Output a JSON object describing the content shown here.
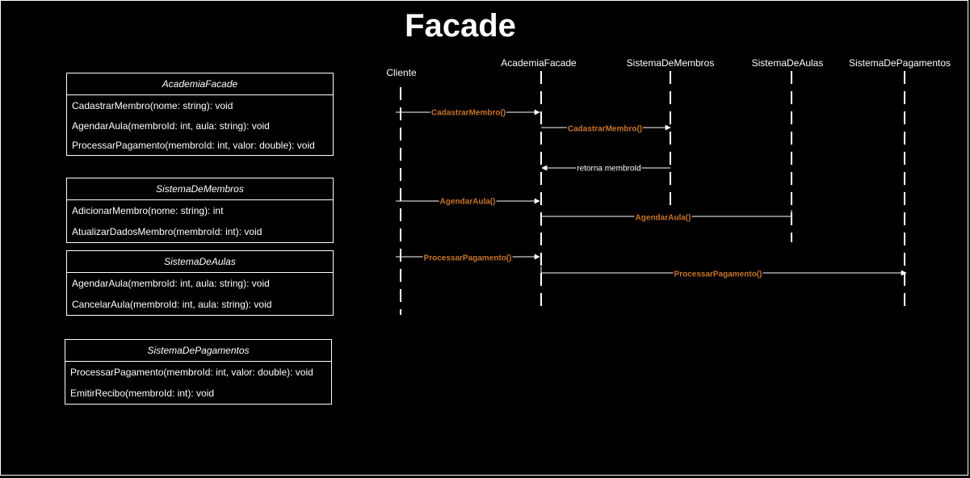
{
  "title": "Facade",
  "classes": [
    {
      "name": "AcademiaFacade",
      "methods": [
        "CadastrarMembro(nome: string): void",
        "AgendarAula(membroId: int, aula: string): void",
        "ProcessarPagamento(membroId: int, valor: double): void"
      ]
    },
    {
      "name": "SistemaDeMembros",
      "methods": [
        "AdicionarMembro(nome: string): int",
        "AtualizarDadosMembro(membroId: int): void"
      ]
    },
    {
      "name": "SistemaDeAulas",
      "methods": [
        "AgendarAula(membroId: int, aula: string): void",
        "CancelarAula(membroId: int, aula: string): void"
      ]
    },
    {
      "name": "SistemaDePagamentos",
      "methods": [
        "ProcessarPagamento(membroId: int, valor: double): void",
        "EmitirRecibo(membroId: int): void"
      ]
    }
  ],
  "participants": [
    "Cliente",
    "AcademiaFacade",
    "SistemaDeMembros",
    "SistemaDeAulas",
    "SistemaDePagamentos"
  ],
  "messages": [
    {
      "label": "CadastrarMembro()",
      "from": "Cliente",
      "to": "AcademiaFacade",
      "kind": "call"
    },
    {
      "label": "CadastrarMembro()",
      "from": "AcademiaFacade",
      "to": "SistemaDeMembros",
      "kind": "call"
    },
    {
      "label": "retorna membroId",
      "from": "SistemaDeMembros",
      "to": "AcademiaFacade",
      "kind": "return"
    },
    {
      "label": "AgendarAula()",
      "from": "Cliente",
      "to": "AcademiaFacade",
      "kind": "call"
    },
    {
      "label": "AgendarAula()",
      "from": "AcademiaFacade",
      "to": "SistemaDeAulas",
      "kind": "call"
    },
    {
      "label": "ProcessarPagamento()",
      "from": "Cliente",
      "to": "AcademiaFacade",
      "kind": "call"
    },
    {
      "label": "ProcessarPagamento()",
      "from": "AcademiaFacade",
      "to": "SistemaDePagamentos",
      "kind": "call"
    }
  ],
  "colors": {
    "background": "#000000",
    "lines": "#ffffff",
    "message_label": "#c8742a"
  }
}
